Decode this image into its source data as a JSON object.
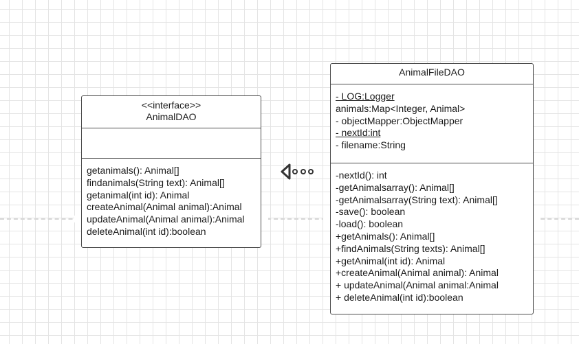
{
  "interface_class": {
    "stereotype": "<<interface>>",
    "name": "AnimalDAO",
    "operations": [
      "getanimals(): Animal[]",
      "findanimals(String text): Animal[]",
      "getanimal(int id): Animal",
      "createAnimal(Animal animal):Animal",
      "updateAnimal(Animal animal):Animal",
      "deleteAnimal(int id):boolean"
    ]
  },
  "implementation_class": {
    "name": "AnimalFileDAO",
    "attributes": [
      "- LOG:Logger",
      "animals:Map<Integer, Animal>",
      "- objectMapper:ObjectMapper",
      "- nextId:int",
      "- filename:String"
    ],
    "operations": [
      "-nextId(): int",
      "-getAnimalsarray(): Animal[]",
      "-getAnimalsarray(String text): Animal[]",
      "-save(): boolean",
      "-load(): boolean",
      "+getAnimals(): Animal[]",
      "+findAnimals(String texts): Animal[]",
      "+getAnimal(int id): Animal",
      "+createAnimal(Animal animal): Animal",
      "+ updateAnimal(Animal animal:Animal",
      "+ deleteAnimal(int id):boolean"
    ]
  },
  "colors": {
    "grid": "#e4e4e4",
    "border": "#4a4a4a",
    "connector": "#333333",
    "dashed_line": "#d8d8d8"
  }
}
